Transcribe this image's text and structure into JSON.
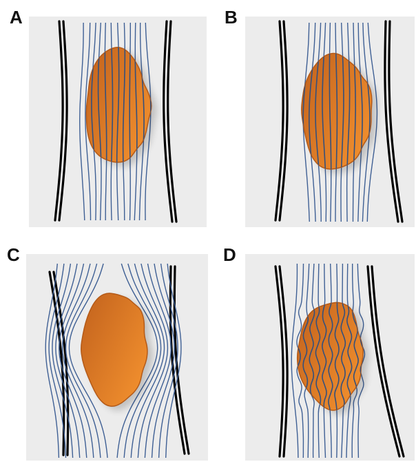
{
  "panels": [
    {
      "id": "a",
      "label": "A",
      "pattern": "straight-through"
    },
    {
      "id": "b",
      "label": "B",
      "pattern": "straight-through-bulged"
    },
    {
      "id": "c",
      "label": "C",
      "pattern": "diverted-around"
    },
    {
      "id": "d",
      "label": "D",
      "pattern": "wavy-through"
    }
  ],
  "colors": {
    "background_panel": "#ececec",
    "wall": "#000000",
    "flow_line": "#3e5f94",
    "particle_light": "#f4922f",
    "particle_dark": "#c4641e",
    "particle_edge": "#b45a18"
  }
}
